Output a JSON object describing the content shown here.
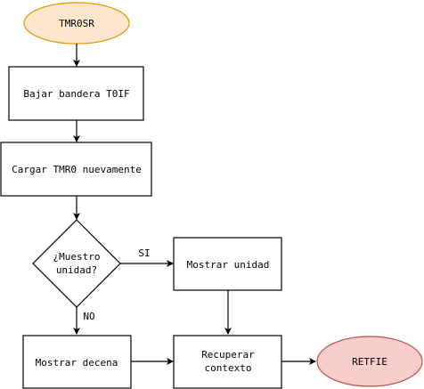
{
  "nodes": {
    "start": {
      "label": "TMR0SR",
      "fill": "#ffe6cc",
      "stroke": "#d79b00"
    },
    "clear_flag": {
      "label": "Bajar bandera T0IF"
    },
    "reload_tmr0": {
      "label": "Cargar TMR0 nuevamente"
    },
    "decision": {
      "label_line1": "¿Muestro",
      "label_line2": "unidad?"
    },
    "show_unit": {
      "label": "Mostrar unidad"
    },
    "show_tens": {
      "label": "Mostrar decena"
    },
    "restore_context": {
      "label_line1": "Recuperar",
      "label_line2": "contexto"
    },
    "end": {
      "label": "RETFIE",
      "fill": "#f8cecc",
      "stroke": "#b85450"
    }
  },
  "edges": {
    "yes_label": "SI",
    "no_label": "NO"
  },
  "colors": {
    "line": "#000000",
    "box_fill": "#ffffff"
  }
}
